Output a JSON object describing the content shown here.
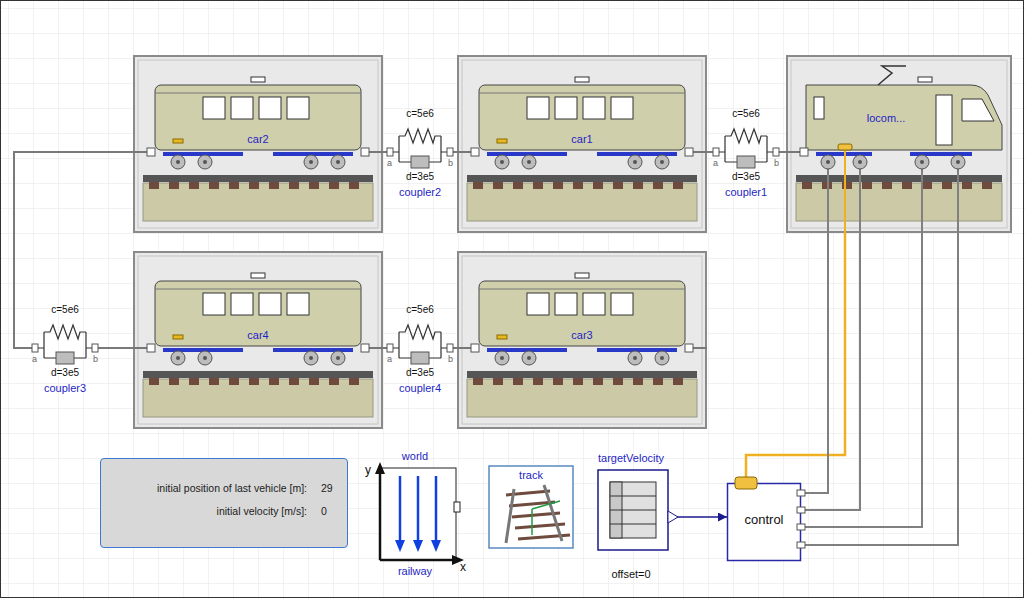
{
  "diagram": {
    "nodes": [
      {
        "text": [
          "car2"
        ]
      },
      {
        "text": [
          "c=5e6",
          "a",
          "b",
          "d=3e5",
          "coupler2"
        ]
      },
      {
        "text": [
          "car1"
        ]
      },
      {
        "text": [
          "c=5e6",
          "a",
          "b",
          "d=3e5",
          "coupler1"
        ]
      },
      {
        "text": [
          "locom..."
        ]
      },
      {
        "text": [
          "c=5e6",
          "a",
          "b",
          "d=3e5",
          "coupler3"
        ]
      },
      {
        "text": [
          "car4"
        ]
      },
      {
        "text": [
          "c=5e6",
          "a",
          "b",
          "d=3e5",
          "coupler4"
        ]
      },
      {
        "text": [
          "car3"
        ]
      },
      {
        "text": [
          "world",
          "y",
          "x",
          "railway"
        ]
      },
      {
        "text": [
          "track"
        ]
      },
      {
        "text": [
          "targetVelocity",
          "offset=0"
        ]
      },
      {
        "text": [
          "control"
        ]
      },
      {
        "text": [
          "initial position of last vehicle [m]:",
          "29",
          "initial velocity [m/s]:",
          "0"
        ]
      }
    ],
    "edges": [
      {
        "from": 0,
        "to": 5,
        "arrow": "none"
      },
      {
        "from": 0,
        "to": 1,
        "arrow": "none"
      },
      {
        "from": 1,
        "to": 2,
        "arrow": "none"
      },
      {
        "from": 2,
        "to": 3,
        "arrow": "none"
      },
      {
        "from": 3,
        "to": 4,
        "arrow": "none"
      },
      {
        "from": 5,
        "to": 6,
        "arrow": "none"
      },
      {
        "from": 6,
        "to": 7,
        "arrow": "none"
      },
      {
        "from": 7,
        "to": 8,
        "arrow": "none"
      },
      {
        "from": 11,
        "to": 12,
        "arrow": "to"
      },
      {
        "from": 12,
        "to": 4,
        "arrow": "none"
      },
      {
        "from": 12,
        "to": 4,
        "arrow": "none"
      },
      {
        "from": 12,
        "to": 4,
        "arrow": "none"
      },
      {
        "from": 12,
        "to": 4,
        "arrow": "none"
      },
      {
        "from": 12,
        "to": 4,
        "arrow": "none"
      }
    ]
  }
}
